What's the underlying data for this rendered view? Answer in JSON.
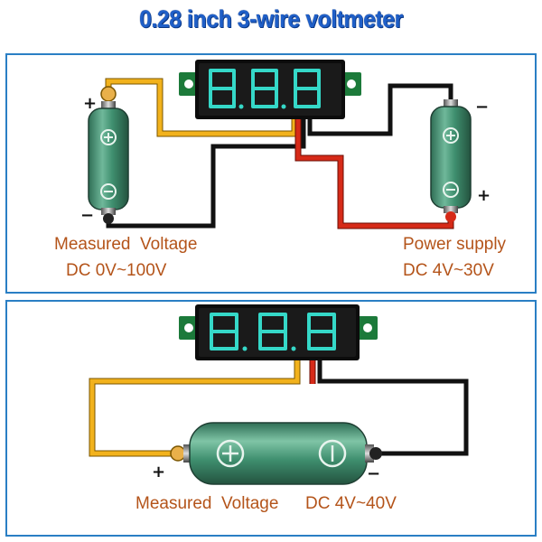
{
  "title": "0.28 inch 3-wire voltmeter",
  "top_panel": {
    "measured_label": "Measured  Voltage",
    "measured_range": "DC 0V~100V",
    "supply_label": "Power supply",
    "supply_range": "DC 4V~30V",
    "plus": "+",
    "minus": "−"
  },
  "bottom_panel": {
    "measured_label": "Measured  Voltage",
    "measured_range": "DC 4V~40V",
    "plus": "+",
    "minus": "−"
  },
  "colors": {
    "panel_border": "#2a7fc4",
    "wire_yellow": "#f2b21c",
    "wire_red": "#d62a18",
    "wire_black": "#111111",
    "display_digit": "#35d8c8",
    "battery_green": "#3f8f6f",
    "label_orange": "#b4541a",
    "title_blue": "#1f5fc8"
  }
}
